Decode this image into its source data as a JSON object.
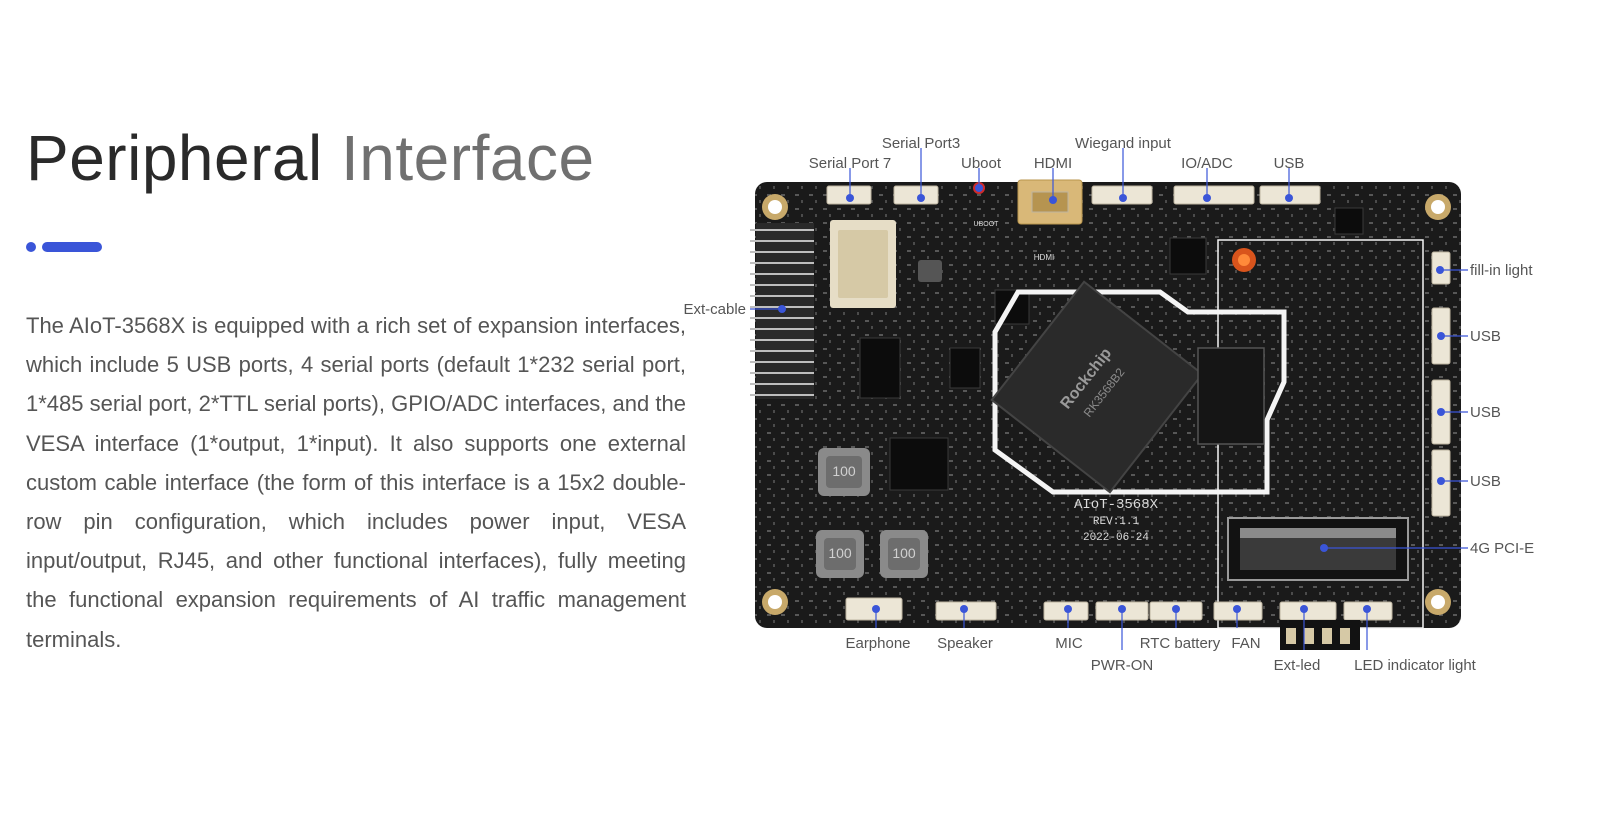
{
  "heading": {
    "word1": "Peripheral",
    "word2": "Interface"
  },
  "description": "The AIoT-3568X is equipped with a rich set of expansion interfaces, which include 5 USB ports, 4 serial ports (default 1*232 serial port, 1*485 serial port, 2*TTL serial ports), GPIO/ADC interfaces, and the VESA interface (1*output, 1*input). It also supports one external custom cable interface (the form of this interface is a 15x2 double-row pin configuration, which includes power input, VESA input/output, RJ45, and other functional interfaces), fully meeting the functional expansion requirements of AI traffic management terminals.",
  "colors": {
    "accent": "#3a55d8",
    "board": "#1a1a1a",
    "title_dark": "#2a2a2a",
    "title_light": "#707070"
  },
  "board": {
    "model": "AIoT-3568X",
    "rev": "REV:1.1",
    "date": "2022-06-24",
    "chip_brand": "Rockchip",
    "chip_model": "RK3568B2",
    "silk_hdmi": "HDMI",
    "silk_uboot": "UBOOT",
    "inductor_value": "100"
  },
  "labels": {
    "serial_port3": "Serial Port3",
    "wiegand_input": "Wiegand input",
    "serial_port7": "Serial Port 7",
    "uboot": "Uboot",
    "hdmi": "HDMI",
    "io_adc": "IO/ADC",
    "usb_top": "USB",
    "ext_cable": "Ext-cable",
    "fill_in_light": "fill-in light",
    "usb_r1": "USB",
    "usb_r2": "USB",
    "usb_r3": "USB",
    "pcie_4g": "4G PCI-E",
    "earphone": "Earphone",
    "speaker": "Speaker",
    "mic": "MIC",
    "rtc_battery": "RTC battery",
    "fan": "FAN",
    "pwr_on": "PWR-ON",
    "ext_led": "Ext-led",
    "led_indicator_light": "LED indicator light"
  }
}
